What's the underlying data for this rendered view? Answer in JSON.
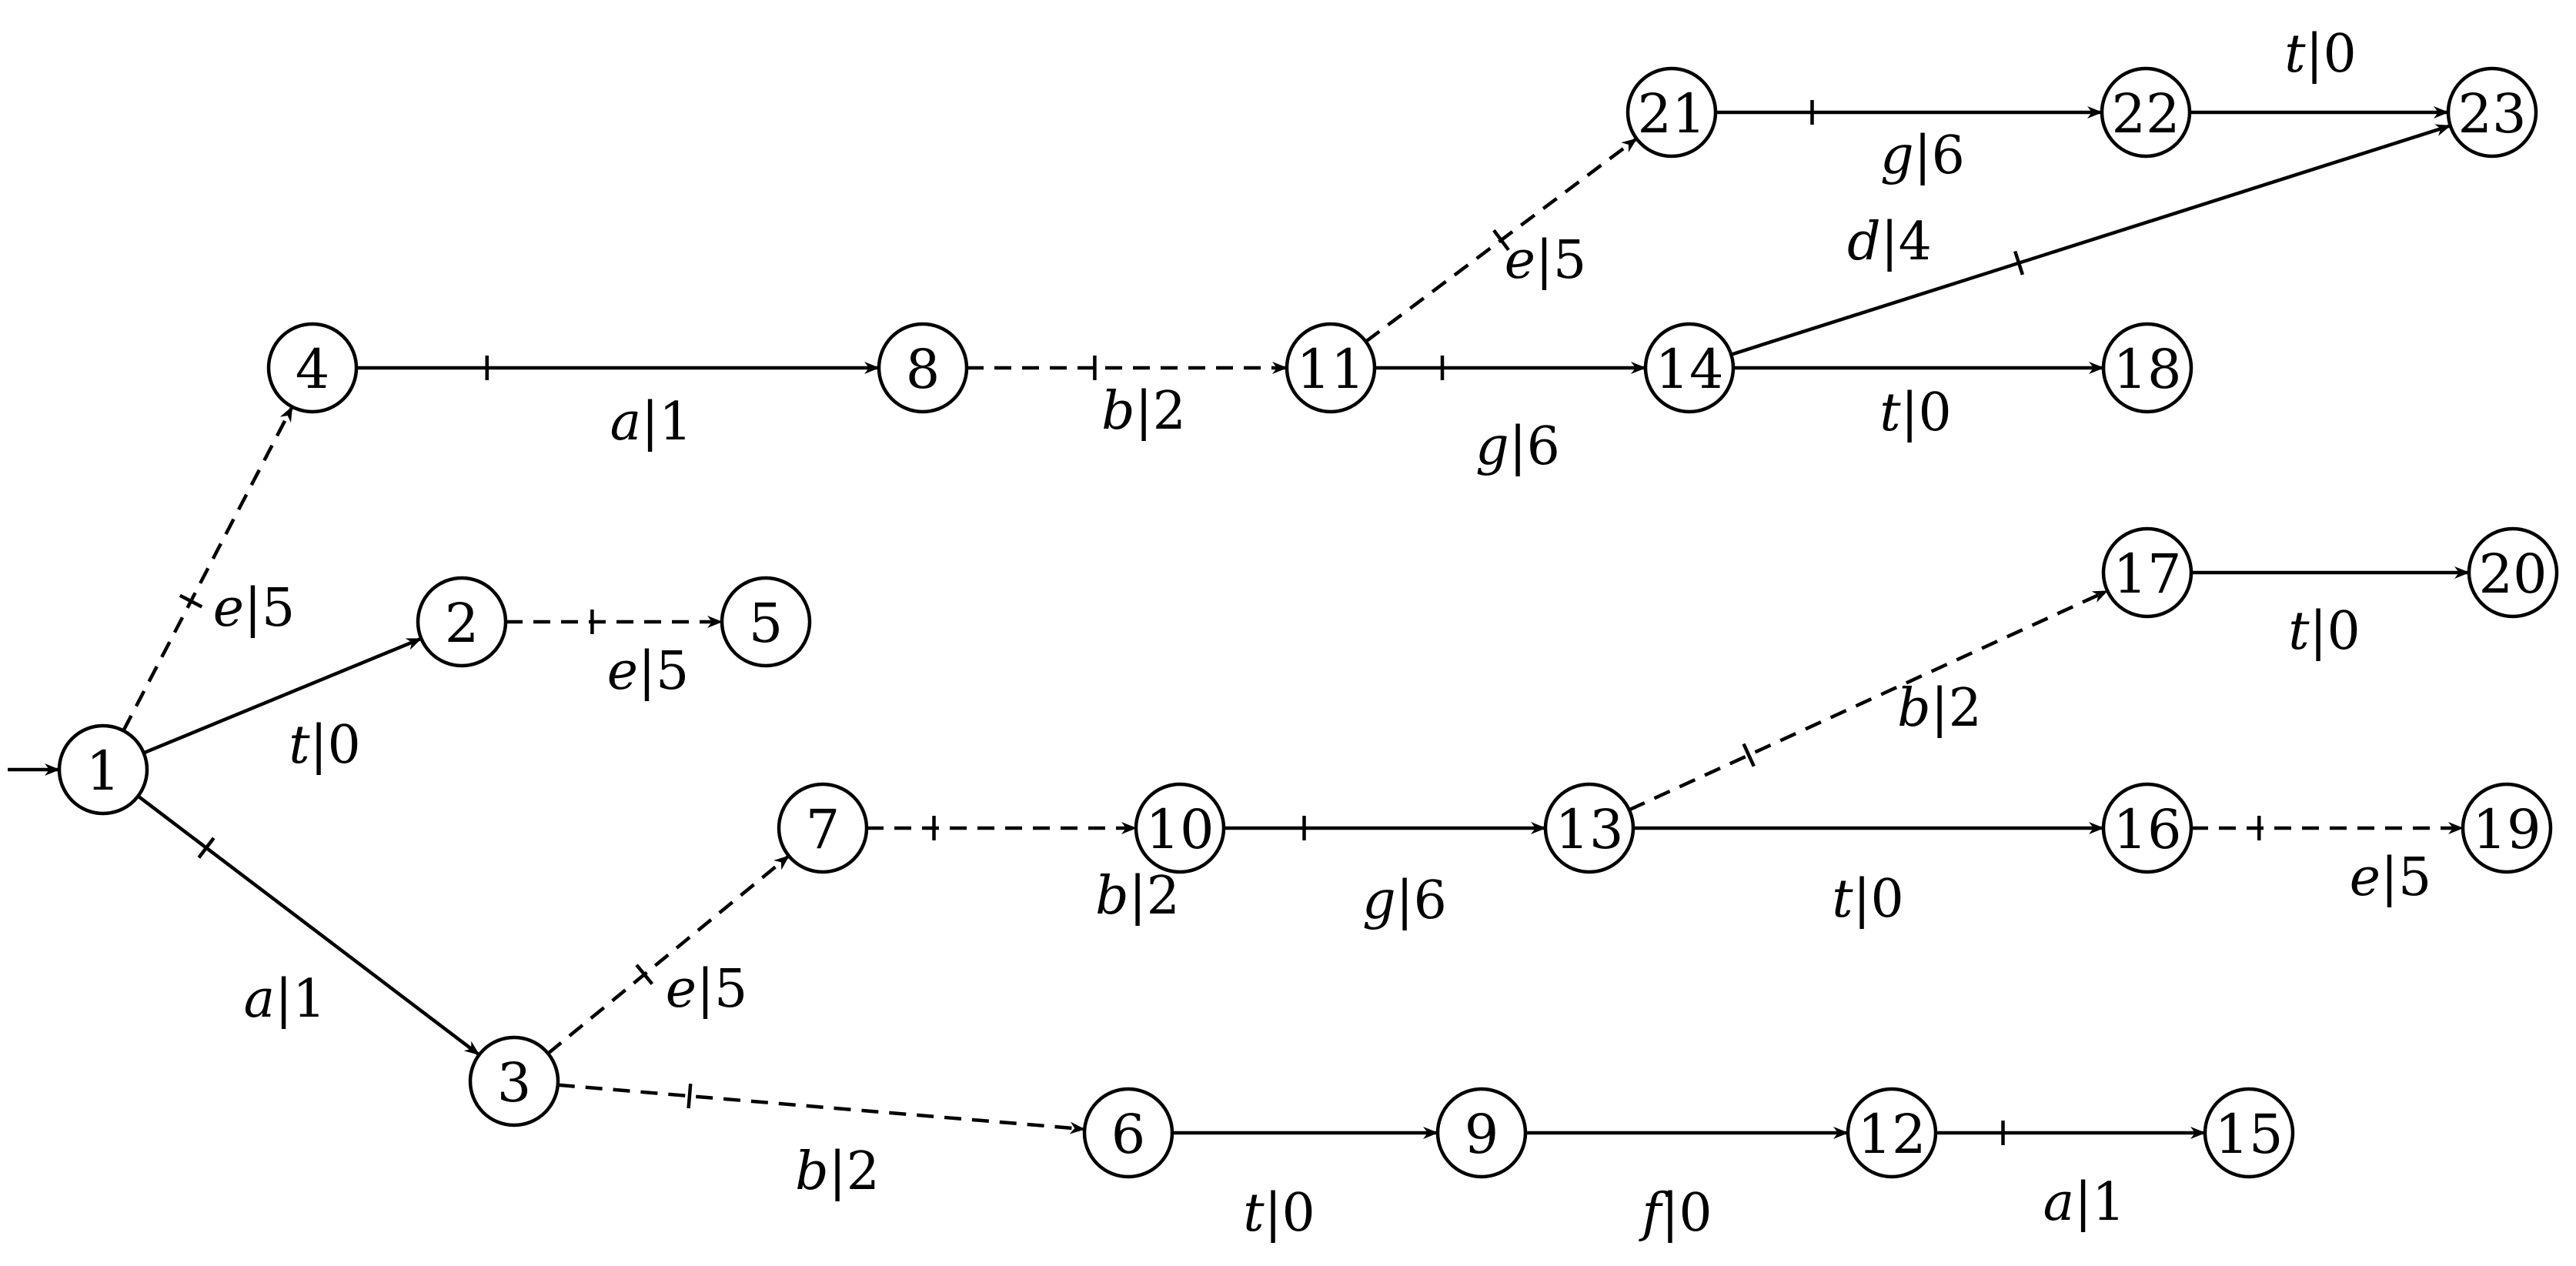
{
  "diagram": {
    "nodes": [
      {
        "id": "1",
        "label": "1",
        "initial": true
      },
      {
        "id": "2",
        "label": "2"
      },
      {
        "id": "3",
        "label": "3"
      },
      {
        "id": "4",
        "label": "4"
      },
      {
        "id": "5",
        "label": "5"
      },
      {
        "id": "6",
        "label": "6"
      },
      {
        "id": "7",
        "label": "7"
      },
      {
        "id": "8",
        "label": "8"
      },
      {
        "id": "9",
        "label": "9"
      },
      {
        "id": "10",
        "label": "10"
      },
      {
        "id": "11",
        "label": "11"
      },
      {
        "id": "12",
        "label": "12"
      },
      {
        "id": "13",
        "label": "13"
      },
      {
        "id": "14",
        "label": "14"
      },
      {
        "id": "15",
        "label": "15"
      },
      {
        "id": "16",
        "label": "16"
      },
      {
        "id": "17",
        "label": "17"
      },
      {
        "id": "18",
        "label": "18"
      },
      {
        "id": "19",
        "label": "19"
      },
      {
        "id": "20",
        "label": "20"
      },
      {
        "id": "21",
        "label": "21"
      },
      {
        "id": "22",
        "label": "22"
      },
      {
        "id": "23",
        "label": "23"
      }
    ],
    "edges": [
      {
        "from": "1",
        "to": "4",
        "symbol": "e",
        "cost": "5",
        "style": "dashed",
        "tick": true
      },
      {
        "from": "1",
        "to": "2",
        "symbol": "t",
        "cost": "0",
        "style": "solid",
        "tick": false
      },
      {
        "from": "1",
        "to": "3",
        "symbol": "a",
        "cost": "1",
        "style": "solid",
        "tick": true
      },
      {
        "from": "2",
        "to": "5",
        "symbol": "e",
        "cost": "5",
        "style": "dashed",
        "tick": true
      },
      {
        "from": "3",
        "to": "7",
        "symbol": "e",
        "cost": "5",
        "style": "dashed",
        "tick": true
      },
      {
        "from": "3",
        "to": "6",
        "symbol": "b",
        "cost": "2",
        "style": "dashed",
        "tick": true
      },
      {
        "from": "4",
        "to": "8",
        "symbol": "a",
        "cost": "1",
        "style": "solid",
        "tick": true
      },
      {
        "from": "8",
        "to": "11",
        "symbol": "b",
        "cost": "2",
        "style": "dashed",
        "tick": true
      },
      {
        "from": "11",
        "to": "21",
        "symbol": "e",
        "cost": "5",
        "style": "dashed",
        "tick": true
      },
      {
        "from": "11",
        "to": "14",
        "symbol": "g",
        "cost": "6",
        "style": "solid",
        "tick": true
      },
      {
        "from": "21",
        "to": "22",
        "symbol": "g",
        "cost": "6",
        "style": "solid",
        "tick": true
      },
      {
        "from": "22",
        "to": "23",
        "symbol": "t",
        "cost": "0",
        "style": "solid",
        "tick": false
      },
      {
        "from": "14",
        "to": "23",
        "symbol": "d",
        "cost": "4",
        "style": "solid",
        "tick": true
      },
      {
        "from": "14",
        "to": "18",
        "symbol": "t",
        "cost": "0",
        "style": "solid",
        "tick": false
      },
      {
        "from": "7",
        "to": "10",
        "symbol": "b",
        "cost": "2",
        "style": "dashed",
        "tick": true
      },
      {
        "from": "10",
        "to": "13",
        "symbol": "g",
        "cost": "6",
        "style": "solid",
        "tick": true
      },
      {
        "from": "13",
        "to": "17",
        "symbol": "b",
        "cost": "2",
        "style": "dashed",
        "tick": true
      },
      {
        "from": "13",
        "to": "16",
        "symbol": "t",
        "cost": "0",
        "style": "solid",
        "tick": false
      },
      {
        "from": "17",
        "to": "20",
        "symbol": "t",
        "cost": "0",
        "style": "solid",
        "tick": false
      },
      {
        "from": "16",
        "to": "19",
        "symbol": "e",
        "cost": "5",
        "style": "dashed",
        "tick": true
      },
      {
        "from": "6",
        "to": "9",
        "symbol": "t",
        "cost": "0",
        "style": "solid",
        "tick": false
      },
      {
        "from": "9",
        "to": "12",
        "symbol": "f",
        "cost": "0",
        "style": "solid",
        "tick": false
      },
      {
        "from": "12",
        "to": "15",
        "symbol": "a",
        "cost": "1",
        "style": "solid",
        "tick": true
      }
    ]
  }
}
